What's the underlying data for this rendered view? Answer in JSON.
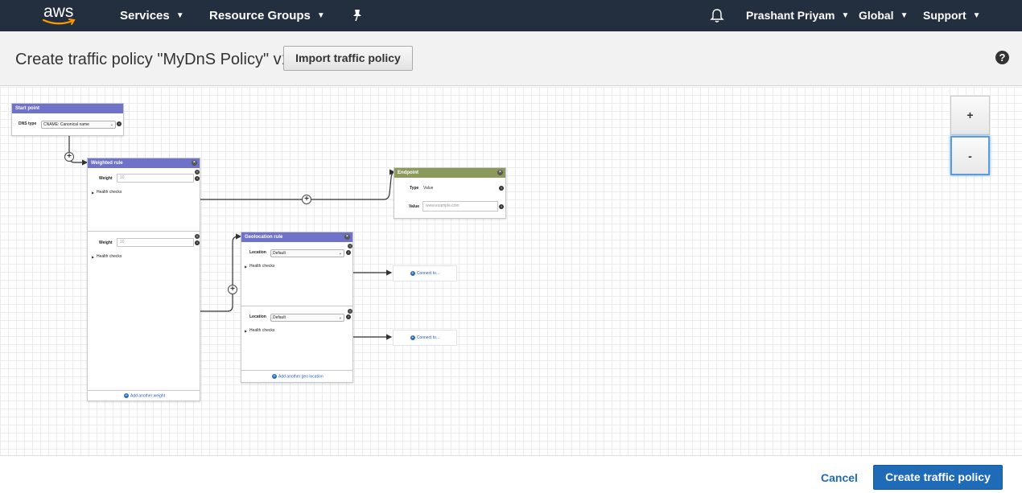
{
  "nav": {
    "logo_text": "aws",
    "services": "Services",
    "resource_groups": "Resource Groups",
    "user": "Prashant Priyam",
    "region": "Global",
    "support": "Support"
  },
  "header": {
    "title": "Create traffic policy \"MyDnS Policy\" v1",
    "import_button": "Import traffic policy",
    "help": "?"
  },
  "start_point": {
    "title": "Start point",
    "dns_type_label": "DNS type",
    "dns_type_value": "CNAME: Canonical name"
  },
  "weighted_rule": {
    "title": "Weighted rule",
    "weight_label": "Weight",
    "weights": [
      "10",
      "10"
    ],
    "health_checks": "Health checks",
    "add_another": "Add another weight"
  },
  "endpoint": {
    "title": "Endpoint",
    "type_label": "Type",
    "type_value": "Value",
    "value_label": "Value",
    "value_placeholder": "www.example.com"
  },
  "geolocation_rule": {
    "title": "Geolocation rule",
    "location_label": "Location",
    "locations": [
      "Default",
      "Default"
    ],
    "health_checks": "Health checks",
    "add_another": "Add another geo location"
  },
  "connect_to": "Connect to...",
  "zoom": {
    "in": "+",
    "out": "-"
  },
  "footer": {
    "cancel": "Cancel",
    "create": "Create traffic policy"
  }
}
